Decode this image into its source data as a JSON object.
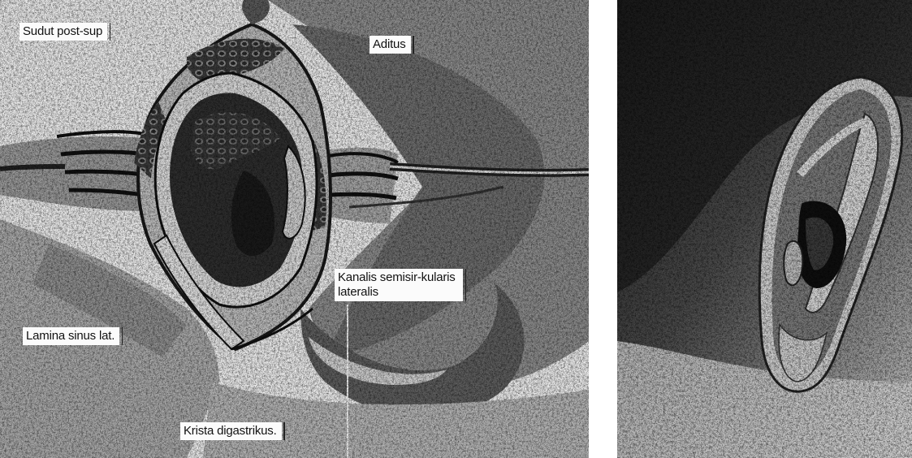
{
  "figure": {
    "left_panel": {
      "labels": {
        "sudut_post_sup": "Sudut post-sup",
        "aditus": "Aditus",
        "kanalis": "Kanalis semisir-kularis lateralis",
        "lamina": "Lamina sinus lat.",
        "krista": "Krista digastrikus."
      }
    }
  }
}
